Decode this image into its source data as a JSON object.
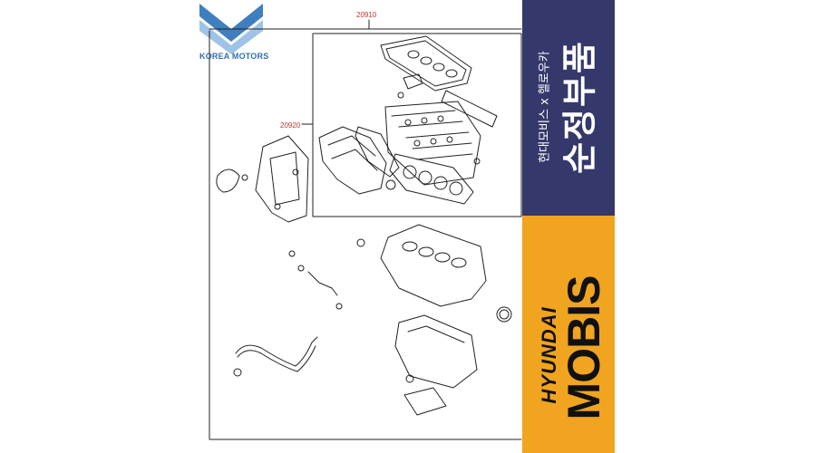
{
  "brand": {
    "logo_text": "KOREA MOTORS",
    "logo_icon": "km-chevron-logo",
    "logo_color": "#2f6fae"
  },
  "diagram": {
    "callouts": [
      "20910",
      "20920"
    ],
    "callout_color": "#c0392b",
    "line_color": "#222222"
  },
  "sidebar": {
    "korean_small": "현대모비스 x 헬로우카",
    "korean_large": "순정부품",
    "hyundai": "HYUNDAI",
    "mobis": "MOBIS",
    "top_color": "#34386a",
    "bottom_color": "#f0a420"
  }
}
